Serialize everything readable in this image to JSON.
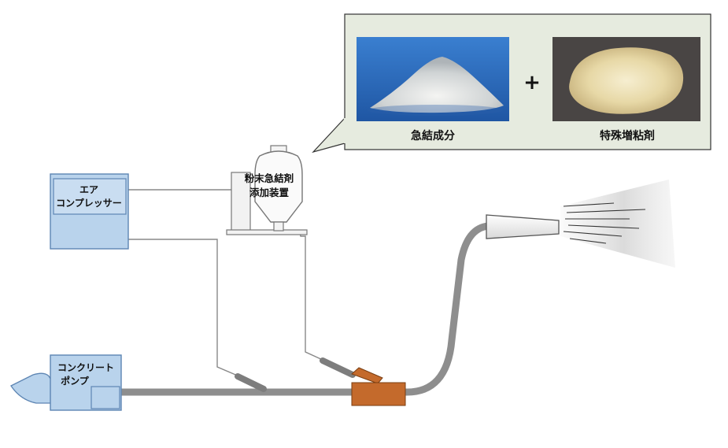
{
  "diagram": {
    "inset": {
      "ingredient_left": "急結成分",
      "ingredient_right": "特殊増粘剤",
      "plus_sign": "+"
    },
    "equipment": {
      "air_compressor": {
        "line1": "エア",
        "line2": "コンプレッサー"
      },
      "accelerator_unit": {
        "line1": "粉末急結剤",
        "line2": "添加装置"
      },
      "concrete_pump": {
        "line1": "コンクリート",
        "line2": "ポンプ"
      }
    },
    "colors": {
      "equipment_fill": "#b9d3ec",
      "equipment_border": "#5d85b3",
      "inset_background": "#e6ebdf",
      "hose": "#8e8e8e",
      "mixer": "#c46a2c",
      "powder_left_background": "#2f6fc2",
      "powder_right_background": "#494544"
    }
  }
}
